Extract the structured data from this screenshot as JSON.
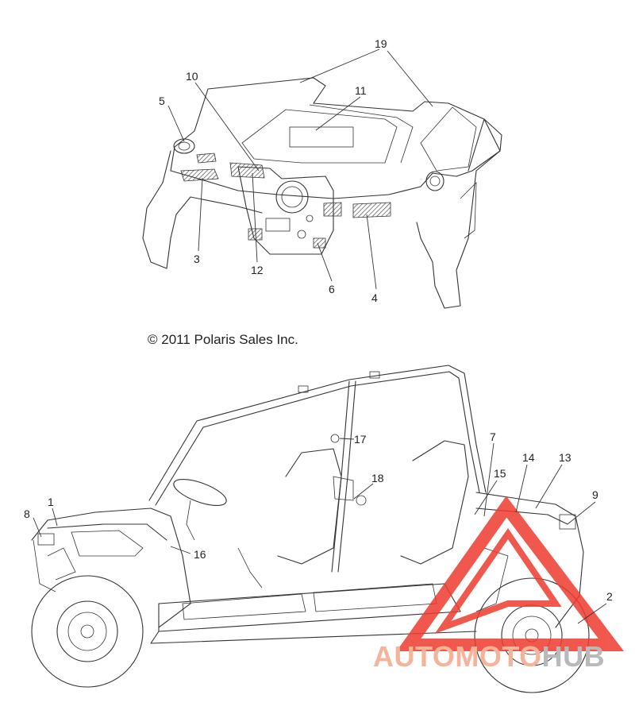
{
  "copyright": "© 2011 Polaris Sales Inc.",
  "watermark": {
    "part_a": "AUTOMOTO",
    "part_b": "HUB",
    "color_a": "#f5b49a",
    "color_b": "#b9b9b9",
    "triangle_color": "#ee3b2f"
  },
  "callouts": {
    "c1": "1",
    "c2": "2",
    "c3": "3",
    "c4": "4",
    "c5": "5",
    "c6": "6",
    "c7": "7",
    "c8": "8",
    "c9": "9",
    "c10": "10",
    "c11": "11",
    "c12": "12",
    "c13": "13",
    "c14": "14",
    "c15": "15",
    "c16": "16",
    "c17": "17",
    "c18": "18",
    "c19": "19"
  }
}
